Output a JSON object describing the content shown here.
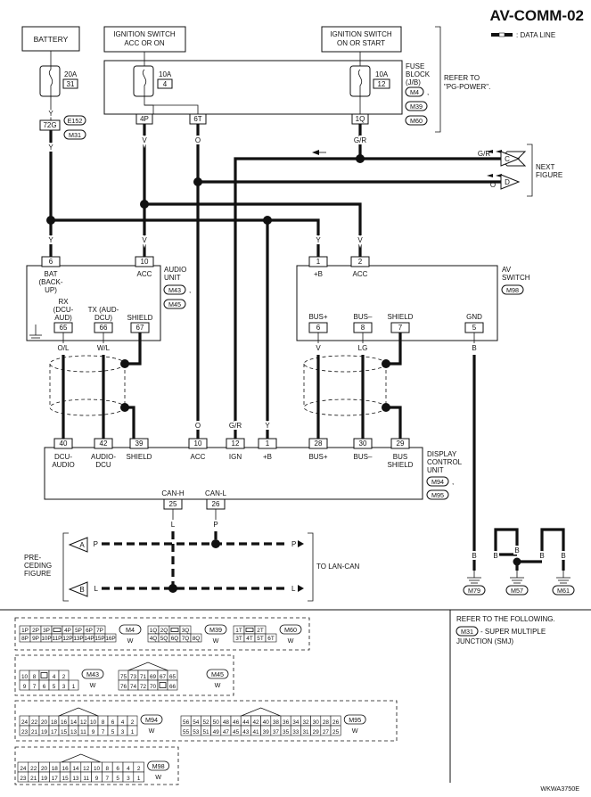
{
  "header": {
    "title": "AV-COMM-02",
    "legend_text": ": DATA LINE"
  },
  "footer": {
    "code": "WKWA3750E"
  },
  "power": {
    "battery": "BATTERY",
    "ign_acc_1": "IGNITION SWITCH",
    "ign_acc_2": "ACC OR ON",
    "ign_on_1": "IGNITION SWITCH",
    "ign_on_2": "ON OR START",
    "fuse_20a": "20A",
    "fuse_20a_no": "31",
    "fuse_10a_acc": "10A",
    "fuse_10a_acc_no": "4",
    "fuse_10a_on": "10A",
    "fuse_10a_on_no": "12",
    "fuse_block_1": "FUSE",
    "fuse_block_2": "BLOCK",
    "fuse_block_3": "(J/B)",
    "fb_conn_1": "M4",
    "fb_conn_2": "M39",
    "fb_conn_3": "M60",
    "refer_1": "REFER TO",
    "refer_2": "\"PG-POWER\".",
    "pin_4p": "4P",
    "pin_6t": "6T",
    "pin_1q": "1Q",
    "pin_72g": "72G",
    "conn_e152": "E152",
    "conn_m31": "M31",
    "next_1": "NEXT",
    "next_2": "FIGURE",
    "conn_c": "C",
    "conn_d": "D"
  },
  "wires": {
    "y": "Y",
    "v": "V",
    "o": "O",
    "gr": "G/R",
    "b": "B",
    "ol": "O/L",
    "wl": "W/L",
    "lg": "LG",
    "l": "L",
    "p": "P"
  },
  "audio_unit": {
    "name_1": "AUDIO",
    "name_2": "UNIT",
    "conn_1": "M43",
    "conn_2": "M45",
    "pin_bat": "6",
    "pin_acc": "10",
    "pin_rx": "65",
    "pin_tx": "66",
    "pin_shield": "67",
    "lbl_bat_1": "BAT",
    "lbl_bat_2": "(BACK-",
    "lbl_bat_3": "UP)",
    "lbl_acc": "ACC",
    "lbl_rx_1": "RX",
    "lbl_rx_2": "(DCU-",
    "lbl_rx_3": "AUD)",
    "lbl_tx_1": "TX (AUD-",
    "lbl_tx_2": "DCU)",
    "lbl_shield": "SHIELD"
  },
  "av_switch": {
    "name_1": "AV",
    "name_2": "SWITCH",
    "conn": "M98",
    "pin_b": "1",
    "pin_acc": "2",
    "pin_busp": "6",
    "pin_busm": "8",
    "pin_shield": "7",
    "pin_gnd": "5",
    "lbl_b": "+B",
    "lbl_acc": "ACC",
    "lbl_busp": "BUS+",
    "lbl_busm": "BUS–",
    "lbl_shield": "SHIELD",
    "lbl_gnd": "GND"
  },
  "dcu": {
    "name_1": "DISPLAY",
    "name_2": "CONTROL",
    "name_3": "UNIT",
    "conn_1": "M94",
    "conn_2": "M95",
    "pins": [
      "40",
      "42",
      "39",
      "10",
      "12",
      "1",
      "28",
      "30",
      "29"
    ],
    "lbl_dcu_audio_1": "DCU-",
    "lbl_dcu_audio_2": "AUDIO",
    "lbl_audio_dcu_1": "AUDIO-",
    "lbl_audio_dcu_2": "DCU",
    "lbl_shield": "SHIELD",
    "lbl_acc": "ACC",
    "lbl_ign": "IGN",
    "lbl_b": "+B",
    "lbl_busp": "BUS+",
    "lbl_busm": "BUS–",
    "lbl_busshield_1": "BUS",
    "lbl_busshield_2": "SHIELD",
    "lbl_canh": "CAN-H",
    "lbl_canl": "CAN-L",
    "pin_canh": "25",
    "pin_canl": "26"
  },
  "can": {
    "pre_1": "PRE-",
    "pre_2": "CEDING",
    "pre_3": "FIGURE",
    "to_lan": "TO LAN-CAN",
    "conn_a": "A",
    "conn_b": "B"
  },
  "grounds": [
    "M79",
    "M57",
    "M61"
  ],
  "connectors": {
    "m4_pins_top": [
      "1P",
      "2P",
      "3P",
      "",
      "4P",
      "5P",
      "6P",
      "7P"
    ],
    "m4_pins_bot": [
      "8P",
      "9P",
      "10P",
      "11P",
      "12P",
      "13P",
      "14P",
      "15P",
      "16P"
    ],
    "m4_label": "M4",
    "m4_color": "W",
    "m39_pins_top": [
      "1Q",
      "2Q",
      "",
      "3Q"
    ],
    "m39_pins_bot": [
      "4Q",
      "5Q",
      "6Q",
      "7Q",
      "8Q"
    ],
    "m39_label": "M39",
    "m39_color": "W",
    "m60_pins_top": [
      "1T",
      "",
      "2T"
    ],
    "m60_pins_bot": [
      "3T",
      "4T",
      "5T",
      "6T"
    ],
    "m60_label": "M60",
    "m60_color": "W",
    "m43_pins_top": [
      "10",
      "8",
      "",
      "4",
      "2"
    ],
    "m43_pins_bot": [
      "9",
      "7",
      "6",
      "5",
      "3",
      "1"
    ],
    "m43_label": "M43",
    "m43_color": "W",
    "m45_pins_top": [
      "75",
      "73",
      "71",
      "69",
      "67",
      "65"
    ],
    "m45_pins_bot": [
      "76",
      "74",
      "72",
      "70",
      "",
      "66"
    ],
    "m45_label": "M45",
    "m45_color": "W",
    "m94_pins_top": [
      "24",
      "22",
      "20",
      "18",
      "16",
      "14",
      "12",
      "10",
      "8",
      "6",
      "4",
      "2"
    ],
    "m94_pins_bot": [
      "23",
      "21",
      "19",
      "17",
      "15",
      "13",
      "11",
      "9",
      "7",
      "5",
      "3",
      "1"
    ],
    "m94_label": "M94",
    "m94_color": "W",
    "m95_pins_top": [
      "56",
      "54",
      "52",
      "50",
      "48",
      "46",
      "44",
      "42",
      "40",
      "38",
      "36",
      "34",
      "32",
      "30",
      "28",
      "26"
    ],
    "m95_pins_bot": [
      "55",
      "53",
      "51",
      "49",
      "47",
      "45",
      "43",
      "41",
      "39",
      "37",
      "35",
      "33",
      "31",
      "29",
      "27",
      "25"
    ],
    "m95_label": "M95",
    "m95_color": "W",
    "m98_pins_top": [
      "24",
      "22",
      "20",
      "18",
      "16",
      "14",
      "12",
      "10",
      "8",
      "6",
      "4",
      "2"
    ],
    "m98_pins_bot": [
      "23",
      "21",
      "19",
      "17",
      "15",
      "13",
      "11",
      "9",
      "7",
      "5",
      "3",
      "1"
    ],
    "m98_label": "M98",
    "m98_color": "W"
  },
  "refer_box": {
    "line1": "REFER TO THE FOLLOWING.",
    "conn": "M31",
    "line2": "- SUPER MULTIPLE",
    "line3": "JUNCTION (SMJ)"
  }
}
